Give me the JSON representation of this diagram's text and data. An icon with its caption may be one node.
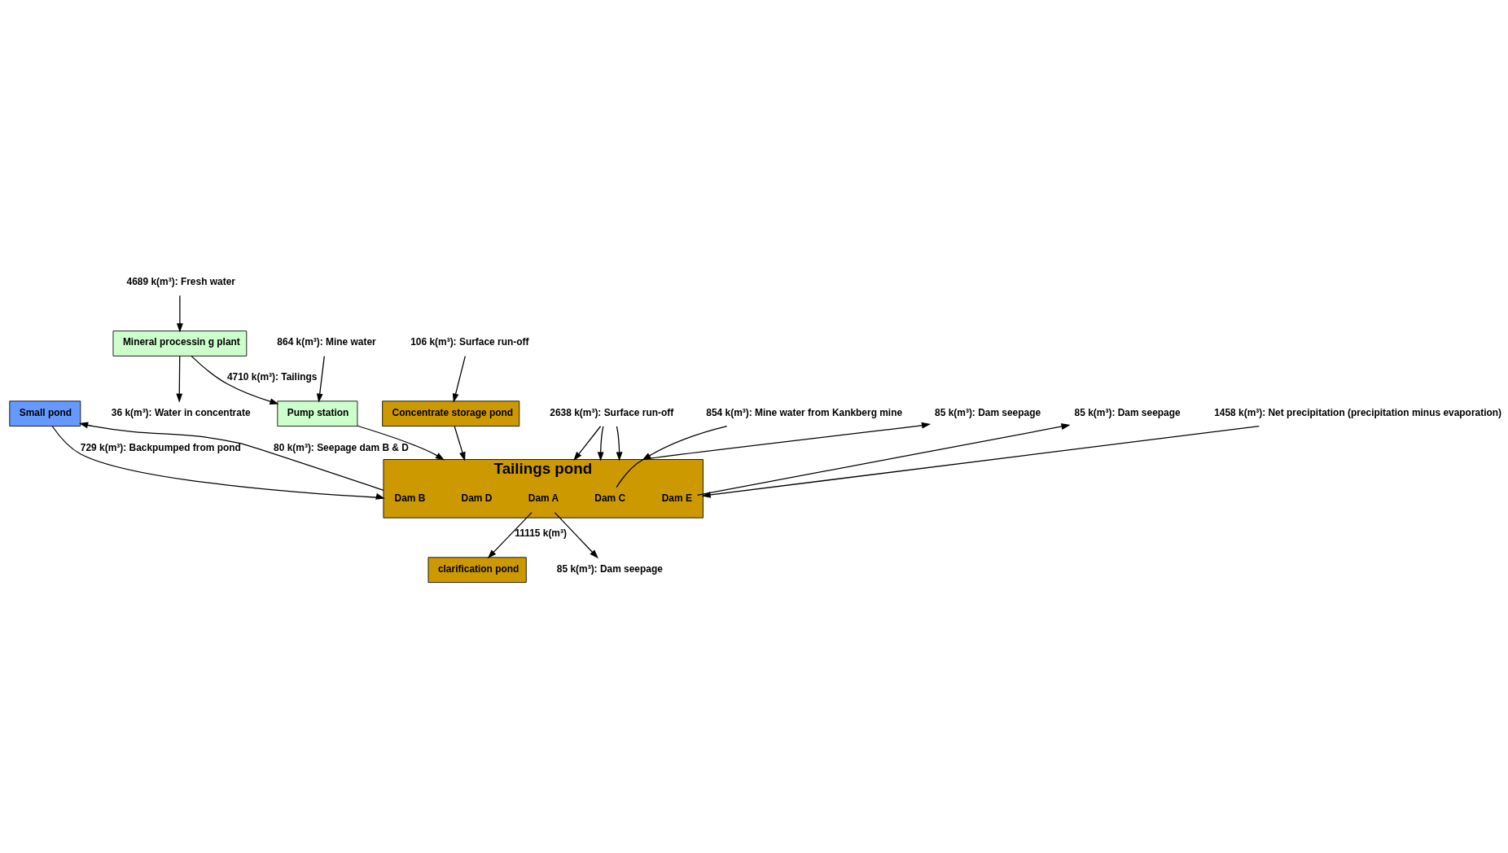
{
  "diagram": {
    "nodes": [
      {
        "text": [
          "Tailings pond"
        ]
      },
      {
        "text": [
          "Dam C"
        ],
        "in": 0
      },
      {
        "text": [
          "Dam E"
        ],
        "in": 0
      },
      {
        "text": [
          "Dam B"
        ],
        "in": 0
      },
      {
        "text": [
          "Dam D"
        ],
        "in": 0
      },
      {
        "text": [
          "Dam A"
        ],
        "in": 0
      },
      {
        "text": [
          "Small pond"
        ]
      },
      {
        "text": [
          "Mineral processin g plant"
        ]
      },
      {
        "text": [
          "Pump station"
        ]
      },
      {
        "text": [
          "Concentrate storage pond"
        ]
      },
      {
        "text": [
          "clarification pond"
        ]
      },
      {
        "text": [
          "4689 k(m³): Fresh water"
        ]
      },
      {
        "text": [
          "36 k(m³): Water in concentrate"
        ]
      },
      {
        "text": [
          "864 k(m³): Mine water"
        ]
      },
      {
        "text": [
          "106 k(m³): Surface run-off"
        ]
      },
      {
        "text": [
          "2638 k(m³): Surface run-off"
        ]
      },
      {
        "text": [
          "854 k(m³): Mine water from Kankberg mine"
        ]
      },
      {
        "text": [
          "85 k(m³): Dam seepage"
        ]
      },
      {
        "text": [
          "85 k(m³): Dam seepage"
        ]
      },
      {
        "text": [
          "1458 k(m³): Net precipitation (precipitation minus evaporation)"
        ]
      },
      {
        "text": [
          "85 k(m³): Dam seepage"
        ]
      }
    ],
    "edges": [
      {
        "from": 11,
        "to": 7,
        "arrow": "to"
      },
      {
        "from": 7,
        "to": 8,
        "arrow": "to",
        "label": "4710 k(m³): Tailings"
      },
      {
        "from": 7,
        "to": 12,
        "arrow": "to"
      },
      {
        "from": 13,
        "to": 8,
        "arrow": "to"
      },
      {
        "from": 8,
        "to": 0,
        "arrow": "to"
      },
      {
        "from": 9,
        "to": 0,
        "arrow": "to"
      },
      {
        "from": 14,
        "to": 9,
        "arrow": "to"
      },
      {
        "from": 15,
        "to": 0,
        "arrow": "to"
      },
      {
        "from": 15,
        "to": 0,
        "arrow": "to"
      },
      {
        "from": 15,
        "to": 0,
        "arrow": "to"
      },
      {
        "from": 16,
        "to": 0,
        "arrow": "to"
      },
      {
        "from": 19,
        "to": 0,
        "arrow": "to"
      },
      {
        "from": 1,
        "to": 17,
        "arrow": "to"
      },
      {
        "from": 2,
        "to": 18,
        "arrow": "to"
      },
      {
        "from": 6,
        "to": 0,
        "arrow": "to",
        "label": "729 k(m³): Backpumped from pond"
      },
      {
        "from": 0,
        "to": 6,
        "arrow": "to",
        "label": "80 k(m³): Seepage dam B & D"
      },
      {
        "from": 5,
        "to": 20,
        "arrow": "to"
      },
      {
        "from": 5,
        "to": 10,
        "arrow": "to",
        "label": "11115 k(m³)"
      }
    ]
  }
}
